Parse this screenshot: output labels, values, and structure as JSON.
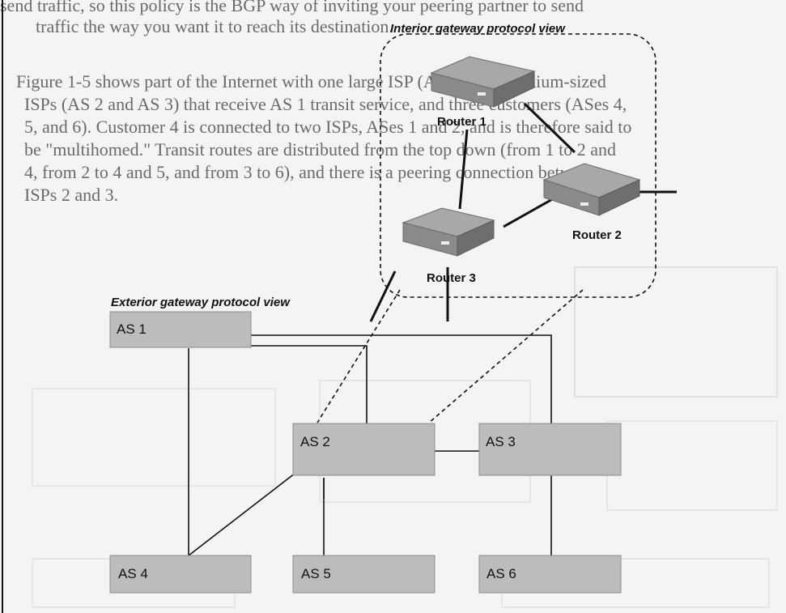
{
  "background_text": [
    "send traffic, so this policy is the BGP way of inviting your peering partner to send",
    "traffic the way you want it to reach its destination.",
    "Figure 1-5 shows part of the Internet with one large ISP (AS 1), two medium-sized",
    "ISPs (AS 2 and AS 3) that receive AS 1 transit service, and three customers (ASes 4,",
    "5, and 6). Customer 4 is connected to two ISPs, ASes 1 and 2, and is therefore said to",
    "be \"multihomed.\" Transit routes are distributed from the top down (from 1 to 2 and",
    "4, from 2 to 4 and 5, and from 3 to 6), and there is a peering connection between",
    "ISPs 2 and 3."
  ],
  "views": {
    "interior_title": "Interior gateway protocol view",
    "exterior_title": "Exterior gateway protocol view"
  },
  "routers": [
    {
      "id": "r1",
      "label": "Router 1"
    },
    {
      "id": "r2",
      "label": "Router 2"
    },
    {
      "id": "r3",
      "label": "Router 3"
    }
  ],
  "as_nodes": [
    {
      "id": "as1",
      "label": "AS 1"
    },
    {
      "id": "as2",
      "label": "AS 2"
    },
    {
      "id": "as3",
      "label": "AS 3"
    },
    {
      "id": "as4",
      "label": "AS 4"
    },
    {
      "id": "as5",
      "label": "AS 5"
    },
    {
      "id": "as6",
      "label": "AS 6"
    }
  ],
  "colors": {
    "box_fill": "#b9b9b9",
    "box_stroke": "#8c8c8c",
    "router_top": "#a5a5a5",
    "router_front": "#7d7d7d",
    "line": "#111111"
  }
}
